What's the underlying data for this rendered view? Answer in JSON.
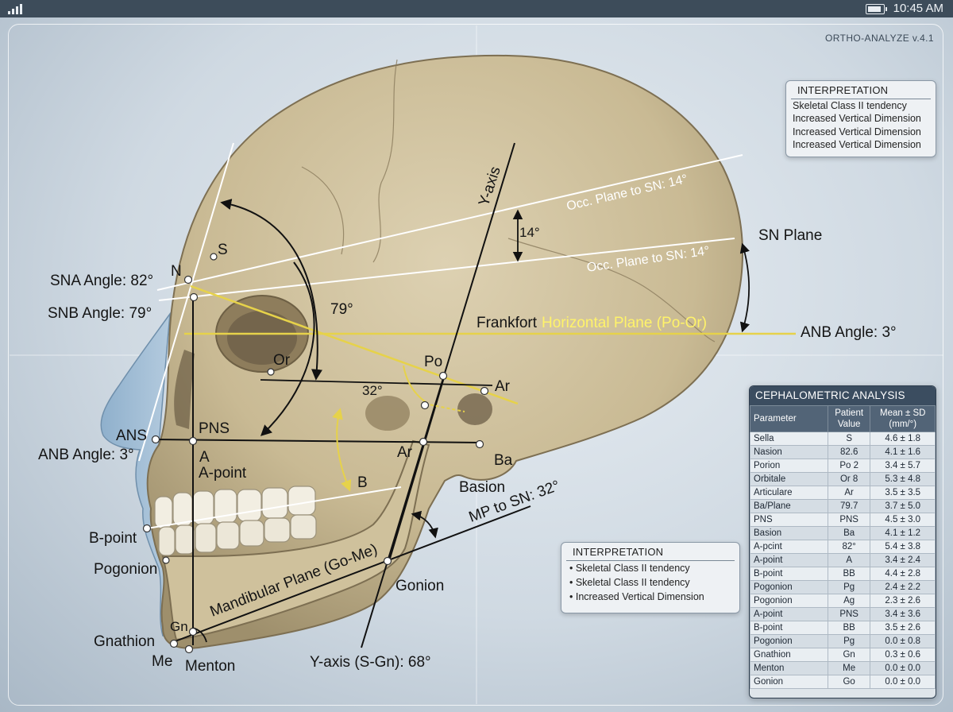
{
  "status_bar": {
    "time": "10:45 AM"
  },
  "app": {
    "version": "ORTHO-ANALYZE v.4.1"
  },
  "labels": {
    "S": "S",
    "N": "N",
    "sna_angle": "SNA Angle: 82°",
    "snb_angle": "SNB Angle: 79°",
    "or": "Or",
    "po": "Po",
    "ar_right": "Ar",
    "ar_mid": "Ar",
    "ba": "Ba",
    "basion": "Basion",
    "pns": "PNS",
    "ans": "ANS",
    "anb_left": "ANB Angle: 3°",
    "a": "A",
    "a_point": "A-point",
    "b": "B",
    "b_point": "B-point",
    "pogonion": "Pogonion",
    "gnathion": "Gnathion",
    "gn": "Gn",
    "me": "Me",
    "menton": "Menton",
    "gonion": "Gonion",
    "y_axis": "Y-axis",
    "y_axis_full": "Y-axis (S-Gn): 68°",
    "mp_to_sn": "MP to SN: 32°",
    "mandibular_plane": "Mandibular Plane (Go-Me)",
    "frankfort_a": "Frankfort",
    "frankfort_b": "Horizontal Plane (Po-Or)",
    "anb_right": "ANB Angle: 3°",
    "sn_plane": "SN Plane",
    "occ_upper": "Occ. Plane to SN: 14°",
    "occ_lower": "Occ. Plane to SN: 14°",
    "deg_14": "14°",
    "deg_79": "79°",
    "deg_32": "32°"
  },
  "interpretation_top": {
    "title": "INTERPRETATION",
    "items": [
      "Skeletal Class II tendency",
      "Increased Vertical Dimension",
      "Increased Vertical Dimension",
      "Increased Vertical Dimension"
    ]
  },
  "interpretation_bottom": {
    "title": "INTERPRETATION",
    "items": [
      "• Skeletal Class II tendency",
      "• Skeletal Class II tendency",
      "• Increased Vertical Dimension"
    ]
  },
  "ceph_table": {
    "title": "CEPHALOMETRIC ANALYSIS",
    "headers": [
      "Parameter",
      "Patient\nValue",
      "Mean ± SD\n(mm/°)"
    ],
    "rows": [
      [
        "Sella",
        "S",
        "4.6 ± 1.8"
      ],
      [
        "Nasion",
        "82.6",
        "4.1 ± 1.6"
      ],
      [
        "Porion",
        "Po 2",
        "3.4 ± 5.7"
      ],
      [
        "Orbitale",
        "Or 8",
        "5.3 ± 4.8"
      ],
      [
        "Articulare",
        "Ar",
        "3.5 ± 3.5"
      ],
      [
        "Ba/Plane",
        "79.7",
        "3.7 ± 5.0"
      ],
      [
        "PNS",
        "PNS",
        "4.5 ± 3.0"
      ],
      [
        "Basion",
        "Ba",
        "4.1 ± 1.2"
      ],
      [
        "A-pcint",
        "82°",
        "5.4 ± 3.8"
      ],
      [
        "A-point",
        "A",
        "3.4 ± 2.4"
      ],
      [
        "B-point",
        "BB",
        "4.4 ± 2.8"
      ],
      [
        "Pogonion",
        "Pg",
        "2.4 ± 2.2"
      ],
      [
        "Pogonion",
        "Ag",
        "2.3 ± 2.6"
      ],
      [
        "A-point",
        "PNS",
        "3.4 ± 3.6"
      ],
      [
        "B-point",
        "BB",
        "3.5 ± 2.6"
      ],
      [
        "Pogonion",
        "Pg",
        "0.0 ± 0.8"
      ],
      [
        "Gnathion",
        "Gn",
        "0.3 ± 0.6"
      ],
      [
        "Menton",
        "Me",
        "0.0 ± 0.0"
      ],
      [
        "Gonion",
        "Go",
        "0.0 ± 0.0"
      ]
    ]
  }
}
